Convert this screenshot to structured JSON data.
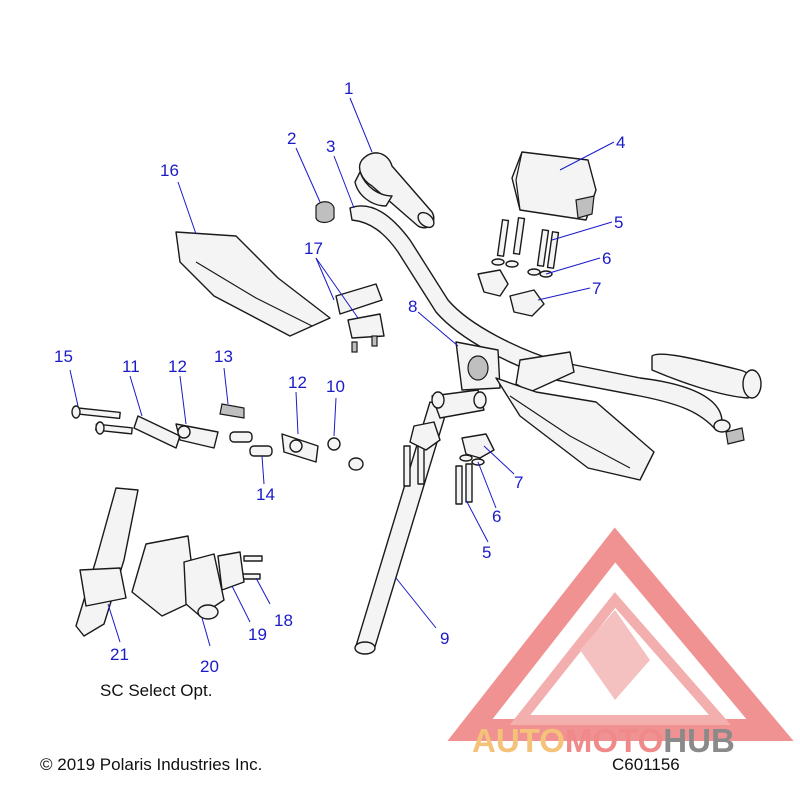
{
  "callouts": [
    "1",
    "2",
    "3",
    "4",
    "5",
    "6",
    "7",
    "8",
    "9",
    "10",
    "11",
    "12",
    "13",
    "14",
    "15",
    "16",
    "17",
    "18",
    "19",
    "20",
    "21"
  ],
  "labels": {
    "option": "SC Select Opt.",
    "copyright": "© 2019 Polaris Industries Inc.",
    "drawing_code": "C601156"
  },
  "watermark": {
    "part1": "AUTO",
    "part2": "MOTO",
    "part3": "HUB",
    "color_auto": "#f5c27a",
    "color_moto": "#f08a8a",
    "color_hub": "#8a8a8a"
  },
  "colors": {
    "callout": "#1a1ac8"
  }
}
